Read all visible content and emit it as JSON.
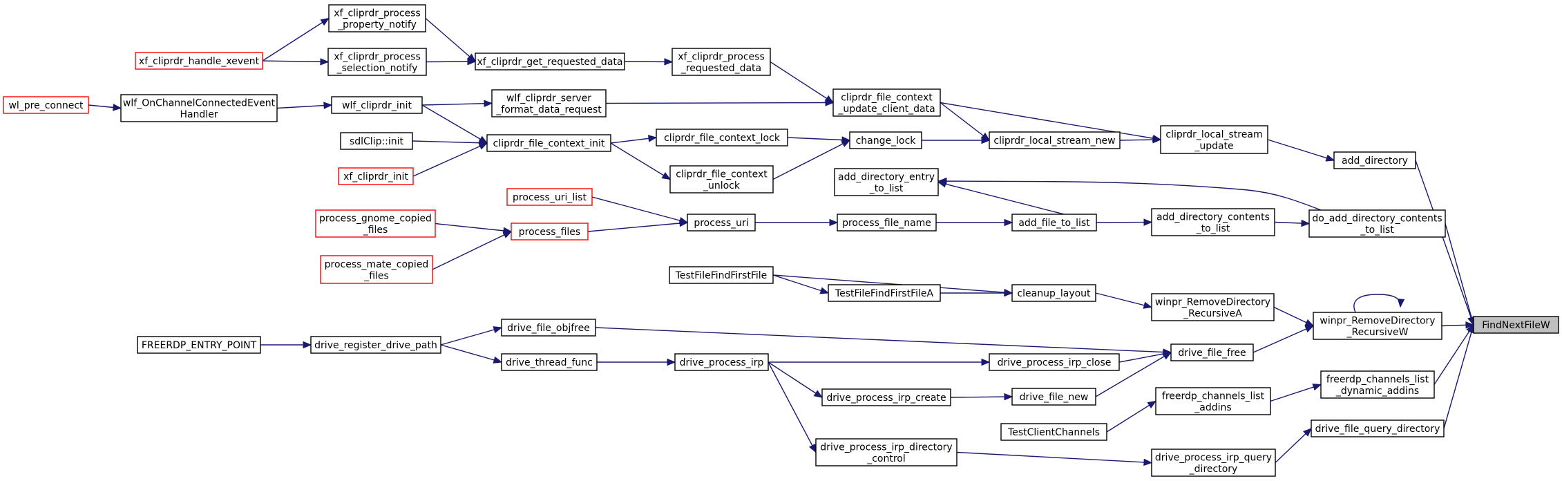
{
  "colors": {
    "edge": "#191970",
    "node_border": "#000000",
    "truncated_border": "#ff0000",
    "node_fill": "#ffffff",
    "root_fill": "#bfbfbf",
    "text": "#000000"
  },
  "nodes": [
    {
      "id": "find_next_file_w",
      "lines": [
        "FindNextFileW"
      ],
      "style": "root"
    },
    {
      "id": "add_directory",
      "lines": [
        "add_directory"
      ],
      "style": "normal"
    },
    {
      "id": "do_add_directory_contents_to_list",
      "lines": [
        "do_add_directory_contents",
        "_to_list"
      ],
      "style": "normal"
    },
    {
      "id": "winpr_remove_directory_recursive_w",
      "lines": [
        "winpr_RemoveDirectory",
        "_RecursiveW"
      ],
      "style": "normal"
    },
    {
      "id": "freerdp_channels_list_dynamic_addins",
      "lines": [
        "freerdp_channels_list",
        "_dynamic_addins"
      ],
      "style": "normal"
    },
    {
      "id": "drive_file_query_directory",
      "lines": [
        "drive_file_query_directory"
      ],
      "style": "normal"
    },
    {
      "id": "cliprdr_local_stream_update",
      "lines": [
        "cliprdr_local_stream",
        "_update"
      ],
      "style": "normal"
    },
    {
      "id": "add_directory_contents_to_list",
      "lines": [
        "add_directory_contents",
        "_to_list"
      ],
      "style": "normal"
    },
    {
      "id": "winpr_remove_directory_recursive_a",
      "lines": [
        "winpr_RemoveDirectory",
        "_RecursiveA"
      ],
      "style": "normal"
    },
    {
      "id": "drive_file_free",
      "lines": [
        "drive_file_free"
      ],
      "style": "normal"
    },
    {
      "id": "freerdp_channels_list_addins",
      "lines": [
        "freerdp_channels_list",
        "_addins"
      ],
      "style": "normal"
    },
    {
      "id": "drive_process_irp_query_directory",
      "lines": [
        "drive_process_irp_query",
        "_directory"
      ],
      "style": "normal"
    },
    {
      "id": "cliprdr_local_stream_new",
      "lines": [
        "cliprdr_local_stream_new"
      ],
      "style": "normal"
    },
    {
      "id": "cliprdr_file_context_update_client_data",
      "lines": [
        "cliprdr_file_context",
        "_update_client_data"
      ],
      "style": "normal"
    },
    {
      "id": "add_file_to_list",
      "lines": [
        "add_file_to_list"
      ],
      "style": "normal"
    },
    {
      "id": "cleanup_layout",
      "lines": [
        "cleanup_layout"
      ],
      "style": "normal"
    },
    {
      "id": "drive_process_irp_close",
      "lines": [
        "drive_process_irp_close"
      ],
      "style": "normal"
    },
    {
      "id": "drive_file_new",
      "lines": [
        "drive_file_new"
      ],
      "style": "normal"
    },
    {
      "id": "test_client_channels",
      "lines": [
        "TestClientChannels"
      ],
      "style": "normal"
    },
    {
      "id": "drive_process_irp_directory_control",
      "lines": [
        "drive_process_irp_directory",
        "_control"
      ],
      "style": "normal"
    },
    {
      "id": "change_lock",
      "lines": [
        "change_lock"
      ],
      "style": "normal"
    },
    {
      "id": "add_directory_entry_to_list",
      "lines": [
        "add_directory_entry",
        "_to_list"
      ],
      "style": "normal"
    },
    {
      "id": "process_file_name",
      "lines": [
        "process_file_name"
      ],
      "style": "normal"
    },
    {
      "id": "test_file_find_first_file_a",
      "lines": [
        "TestFileFindFirstFileA"
      ],
      "style": "normal"
    },
    {
      "id": "drive_process_irp",
      "lines": [
        "drive_process_irp"
      ],
      "style": "normal"
    },
    {
      "id": "drive_process_irp_create",
      "lines": [
        "drive_process_irp_create"
      ],
      "style": "normal"
    },
    {
      "id": "xf_cliprdr_process_requested_data",
      "lines": [
        "xf_cliprdr_process",
        "_requested_data"
      ],
      "style": "normal"
    },
    {
      "id": "wlf_cliprdr_server_format_data_request",
      "lines": [
        "wlf_cliprdr_server",
        "_format_data_request"
      ],
      "style": "normal"
    },
    {
      "id": "cliprdr_file_context_lock",
      "lines": [
        "cliprdr_file_context_lock"
      ],
      "style": "normal"
    },
    {
      "id": "cliprdr_file_context_unlock",
      "lines": [
        "cliprdr_file_context",
        "_unlock"
      ],
      "style": "normal"
    },
    {
      "id": "process_uri",
      "lines": [
        "process_uri"
      ],
      "style": "normal"
    },
    {
      "id": "test_file_find_first_file",
      "lines": [
        "TestFileFindFirstFile"
      ],
      "style": "normal"
    },
    {
      "id": "drive_file_objfree",
      "lines": [
        "drive_file_objfree"
      ],
      "style": "normal"
    },
    {
      "id": "drive_thread_func",
      "lines": [
        "drive_thread_func"
      ],
      "style": "normal"
    },
    {
      "id": "xf_cliprdr_get_requested_data",
      "lines": [
        "xf_cliprdr_get_requested_data"
      ],
      "style": "normal"
    },
    {
      "id": "cliprdr_file_context_init",
      "lines": [
        "cliprdr_file_context_init"
      ],
      "style": "normal"
    },
    {
      "id": "process_uri_list",
      "lines": [
        "process_uri_list"
      ],
      "style": "truncated"
    },
    {
      "id": "process_files",
      "lines": [
        "process_files"
      ],
      "style": "truncated"
    },
    {
      "id": "xf_cliprdr_process_property_notify",
      "lines": [
        "xf_cliprdr_process",
        "_property_notify"
      ],
      "style": "normal"
    },
    {
      "id": "xf_cliprdr_process_selection_notify",
      "lines": [
        "xf_cliprdr_process",
        "_selection_notify"
      ],
      "style": "normal"
    },
    {
      "id": "wlf_cliprdr_init",
      "lines": [
        "wlf_cliprdr_init"
      ],
      "style": "normal"
    },
    {
      "id": "sdl_clip_init",
      "lines": [
        "sdlClip::init"
      ],
      "style": "normal"
    },
    {
      "id": "xf_cliprdr_init",
      "lines": [
        "xf_cliprdr_init"
      ],
      "style": "truncated"
    },
    {
      "id": "process_gnome_copied_files",
      "lines": [
        "process_gnome_copied",
        "_files"
      ],
      "style": "truncated"
    },
    {
      "id": "process_mate_copied_files",
      "lines": [
        "process_mate_copied",
        "_files"
      ],
      "style": "truncated"
    },
    {
      "id": "drive_register_drive_path",
      "lines": [
        "drive_register_drive_path"
      ],
      "style": "normal"
    },
    {
      "id": "xf_cliprdr_handle_xevent",
      "lines": [
        "xf_cliprdr_handle_xevent"
      ],
      "style": "truncated"
    },
    {
      "id": "wlf_on_channel_connected_event_handler",
      "lines": [
        "wlf_OnChannelConnectedEvent",
        "Handler"
      ],
      "style": "normal"
    },
    {
      "id": "freerdp_entry_point",
      "lines": [
        "FREERDP_ENTRY_POINT"
      ],
      "style": "normal"
    },
    {
      "id": "wl_pre_connect",
      "lines": [
        "wl_pre_connect"
      ],
      "style": "truncated"
    }
  ],
  "edges": [
    {
      "from": "add_directory",
      "to": "find_next_file_w"
    },
    {
      "from": "do_add_directory_contents_to_list",
      "to": "find_next_file_w"
    },
    {
      "from": "winpr_remove_directory_recursive_w",
      "to": "find_next_file_w"
    },
    {
      "from": "freerdp_channels_list_dynamic_addins",
      "to": "find_next_file_w"
    },
    {
      "from": "drive_file_query_directory",
      "to": "find_next_file_w"
    },
    {
      "from": "cliprdr_local_stream_update",
      "to": "add_directory"
    },
    {
      "from": "add_directory_contents_to_list",
      "to": "do_add_directory_contents_to_list"
    },
    {
      "from": "do_add_directory_contents_to_list",
      "to": "add_directory_entry_to_list"
    },
    {
      "from": "winpr_remove_directory_recursive_w",
      "to": "winpr_remove_directory_recursive_w"
    },
    {
      "from": "winpr_remove_directory_recursive_a",
      "to": "winpr_remove_directory_recursive_w"
    },
    {
      "from": "drive_file_free",
      "to": "winpr_remove_directory_recursive_w"
    },
    {
      "from": "freerdp_channels_list_addins",
      "to": "freerdp_channels_list_dynamic_addins"
    },
    {
      "from": "drive_process_irp_query_directory",
      "to": "drive_file_query_directory"
    },
    {
      "from": "cliprdr_local_stream_new",
      "to": "cliprdr_local_stream_update"
    },
    {
      "from": "cliprdr_file_context_update_client_data",
      "to": "cliprdr_local_stream_update"
    },
    {
      "from": "add_file_to_list",
      "to": "add_directory_contents_to_list"
    },
    {
      "from": "cleanup_layout",
      "to": "winpr_remove_directory_recursive_a"
    },
    {
      "from": "drive_process_irp_close",
      "to": "drive_file_free"
    },
    {
      "from": "drive_file_new",
      "to": "drive_file_free"
    },
    {
      "from": "drive_file_objfree",
      "to": "drive_file_free"
    },
    {
      "from": "test_client_channels",
      "to": "freerdp_channels_list_addins"
    },
    {
      "from": "drive_process_irp_directory_control",
      "to": "drive_process_irp_query_directory"
    },
    {
      "from": "change_lock",
      "to": "cliprdr_local_stream_new"
    },
    {
      "from": "cliprdr_file_context_update_client_data",
      "to": "cliprdr_local_stream_new"
    },
    {
      "from": "xf_cliprdr_process_requested_data",
      "to": "cliprdr_file_context_update_client_data"
    },
    {
      "from": "wlf_cliprdr_server_format_data_request",
      "to": "cliprdr_file_context_update_client_data"
    },
    {
      "from": "add_file_to_list",
      "to": "add_directory_entry_to_list"
    },
    {
      "from": "process_file_name",
      "to": "add_file_to_list"
    },
    {
      "from": "test_file_find_first_file_a",
      "to": "cleanup_layout"
    },
    {
      "from": "test_file_find_first_file",
      "to": "cleanup_layout"
    },
    {
      "from": "drive_process_irp",
      "to": "drive_process_irp_close"
    },
    {
      "from": "drive_process_irp_create",
      "to": "drive_file_new"
    },
    {
      "from": "drive_process_irp",
      "to": "drive_process_irp_directory_control"
    },
    {
      "from": "cliprdr_file_context_lock",
      "to": "change_lock"
    },
    {
      "from": "cliprdr_file_context_unlock",
      "to": "change_lock"
    },
    {
      "from": "process_uri",
      "to": "process_file_name"
    },
    {
      "from": "test_file_find_first_file",
      "to": "test_file_find_first_file_a"
    },
    {
      "from": "drive_thread_func",
      "to": "drive_process_irp"
    },
    {
      "from": "drive_process_irp",
      "to": "drive_process_irp_create"
    },
    {
      "from": "xf_cliprdr_get_requested_data",
      "to": "xf_cliprdr_process_requested_data"
    },
    {
      "from": "wlf_cliprdr_init",
      "to": "wlf_cliprdr_server_format_data_request"
    },
    {
      "from": "cliprdr_file_context_init",
      "to": "cliprdr_file_context_lock"
    },
    {
      "from": "cliprdr_file_context_init",
      "to": "cliprdr_file_context_unlock"
    },
    {
      "from": "process_uri_list",
      "to": "process_uri"
    },
    {
      "from": "process_files",
      "to": "process_uri"
    },
    {
      "from": "drive_register_drive_path",
      "to": "drive_file_objfree"
    },
    {
      "from": "drive_register_drive_path",
      "to": "drive_thread_func"
    },
    {
      "from": "xf_cliprdr_process_property_notify",
      "to": "xf_cliprdr_get_requested_data"
    },
    {
      "from": "xf_cliprdr_process_selection_notify",
      "to": "xf_cliprdr_get_requested_data"
    },
    {
      "from": "wlf_cliprdr_init",
      "to": "cliprdr_file_context_init"
    },
    {
      "from": "sdl_clip_init",
      "to": "cliprdr_file_context_init"
    },
    {
      "from": "xf_cliprdr_init",
      "to": "cliprdr_file_context_init"
    },
    {
      "from": "process_gnome_copied_files",
      "to": "process_files"
    },
    {
      "from": "process_mate_copied_files",
      "to": "process_files"
    },
    {
      "from": "freerdp_entry_point",
      "to": "drive_register_drive_path"
    },
    {
      "from": "xf_cliprdr_handle_xevent",
      "to": "xf_cliprdr_process_property_notify"
    },
    {
      "from": "xf_cliprdr_handle_xevent",
      "to": "xf_cliprdr_process_selection_notify"
    },
    {
      "from": "wlf_on_channel_connected_event_handler",
      "to": "wlf_cliprdr_init"
    },
    {
      "from": "wl_pre_connect",
      "to": "wlf_on_channel_connected_event_handler"
    }
  ]
}
